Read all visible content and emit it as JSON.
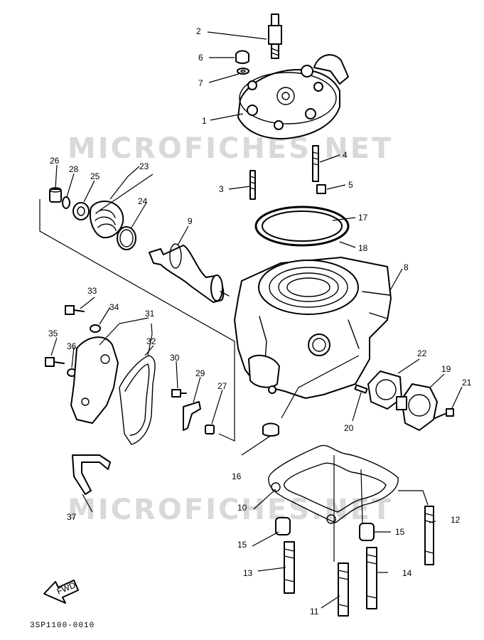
{
  "watermark": "MICROFICHES.NET",
  "diagram_code": "3SP1100-0010",
  "fwd_label": "FWD",
  "callouts": {
    "c1": "1",
    "c2": "2",
    "c3": "3",
    "c4": "4",
    "c5": "5",
    "c6": "6",
    "c7": "7",
    "c8": "8",
    "c9": "9",
    "c10": "10",
    "c11": "11",
    "c12": "12",
    "c13": "13",
    "c14": "14",
    "c15a": "15",
    "c15b": "15",
    "c16": "16",
    "c17": "17",
    "c18": "18",
    "c19": "19",
    "c20": "20",
    "c21": "21",
    "c22": "22",
    "c23": "23",
    "c24": "24",
    "c25": "25",
    "c26": "26",
    "c27": "27",
    "c28": "28",
    "c29": "29",
    "c30": "30",
    "c31": "31",
    "c32": "32",
    "c33": "33",
    "c34": "34",
    "c35": "35",
    "c36": "36",
    "c37": "37"
  }
}
